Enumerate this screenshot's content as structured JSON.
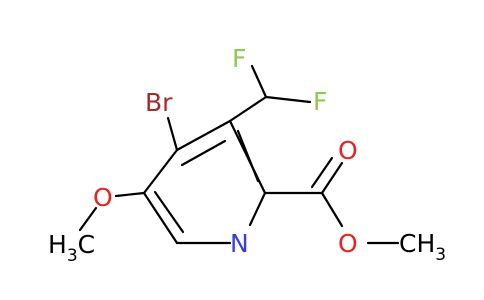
{
  "molecule": {
    "atoms": {
      "fluorine_1": "F",
      "fluorine_2": "F",
      "bromine": "Br",
      "carbonyl_oxygen": "O",
      "ester_oxygen": "O",
      "ester_methyl": "CH",
      "ester_methyl_subscript": "3",
      "methoxy_oxygen": "O",
      "methoxy_methyl_prefix": "H",
      "methoxy_methyl_subscript": "3",
      "methoxy_methyl_suffix": "C",
      "ring_nitrogen": "N"
    },
    "colors": {
      "bond": "#000000",
      "fluorine": "#90c94f",
      "bromine": "#a62a2a",
      "oxygen": "#e8231f",
      "nitrogen": "#3a3ae6",
      "carbon": "#000000"
    }
  }
}
